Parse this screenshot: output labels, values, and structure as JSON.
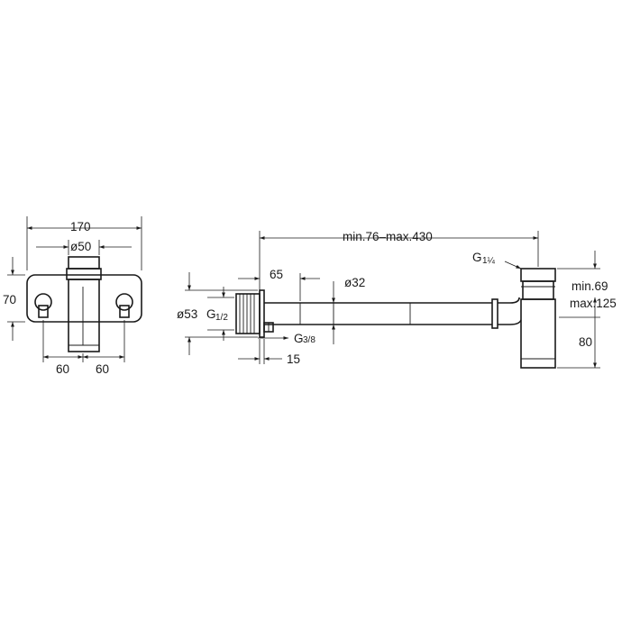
{
  "front_view": {
    "width_total": "170",
    "outlet_diameter": "ø50",
    "height": "70",
    "spacing_left": "60",
    "spacing_right": "60"
  },
  "side_view": {
    "length_range": "min.76–max.430",
    "offset": "65",
    "pipe_diameter": "ø32",
    "flange_diameter": "ø53",
    "thread_inlet": "G",
    "thread_inlet_frac": "1/2",
    "thread_outlet": "G",
    "thread_outlet_frac": "1¼",
    "thread_small": "G",
    "thread_small_frac": "3/8",
    "nut_length": "15",
    "height_min": "min.69",
    "height_max": "max.125",
    "trap_height": "80"
  }
}
